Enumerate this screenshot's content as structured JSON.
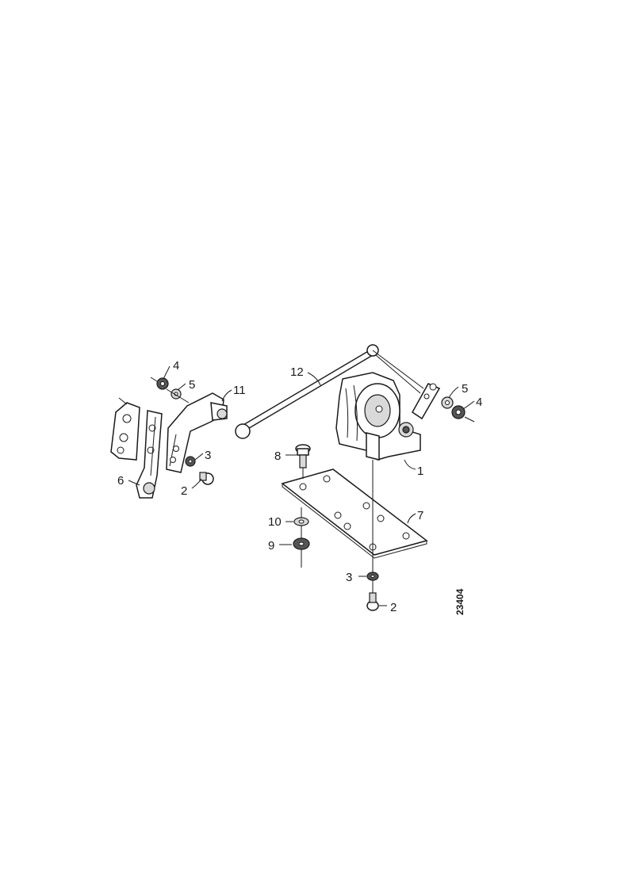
{
  "diagram": {
    "callouts": [
      {
        "id": "c4a",
        "text": "4"
      },
      {
        "id": "c5a",
        "text": "5"
      },
      {
        "id": "c11",
        "text": "11"
      },
      {
        "id": "c12",
        "text": "12"
      },
      {
        "id": "c5b",
        "text": "5"
      },
      {
        "id": "c4b",
        "text": "4"
      },
      {
        "id": "c8",
        "text": "8"
      },
      {
        "id": "c3a",
        "text": "3"
      },
      {
        "id": "c6",
        "text": "6"
      },
      {
        "id": "c2a",
        "text": "2"
      },
      {
        "id": "c1",
        "text": "1"
      },
      {
        "id": "c7",
        "text": "7"
      },
      {
        "id": "c10",
        "text": "10"
      },
      {
        "id": "c9",
        "text": "9"
      },
      {
        "id": "c3b",
        "text": "3"
      },
      {
        "id": "c2b",
        "text": "2"
      }
    ],
    "reference_number": "23404"
  }
}
